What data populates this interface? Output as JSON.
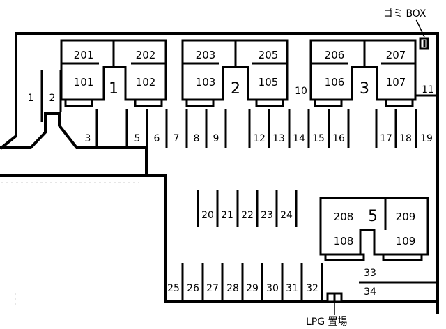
{
  "labels": {
    "gomi_box": "ゴミ BOX",
    "lpg": "LPG 置場"
  },
  "buildings": [
    {
      "id": "1",
      "rooms": [
        {
          "upper": "201",
          "lower": "101"
        },
        {
          "upper": "202",
          "lower": "102"
        }
      ]
    },
    {
      "id": "2",
      "rooms": [
        {
          "upper": "203",
          "lower": "103"
        },
        {
          "upper": "205",
          "lower": "105"
        }
      ]
    },
    {
      "id": "3",
      "rooms": [
        {
          "upper": "206",
          "lower": "106"
        },
        {
          "upper": "207",
          "lower": "107"
        }
      ]
    },
    {
      "id": "5",
      "rooms": [
        {
          "upper": "208",
          "lower": "108"
        },
        {
          "upper": "209",
          "lower": "109"
        }
      ]
    }
  ],
  "spaces": {
    "upper_row": [
      "1",
      "2",
      "3",
      "5",
      "6",
      "7",
      "8",
      "9",
      "10",
      "11",
      "12",
      "13",
      "14",
      "15",
      "16",
      "17",
      "18",
      "19"
    ],
    "middle_row": [
      "20",
      "21",
      "22",
      "23",
      "24"
    ],
    "lower_row": [
      "25",
      "26",
      "27",
      "28",
      "29",
      "30",
      "31",
      "32"
    ],
    "right_side": [
      "33",
      "34"
    ]
  }
}
